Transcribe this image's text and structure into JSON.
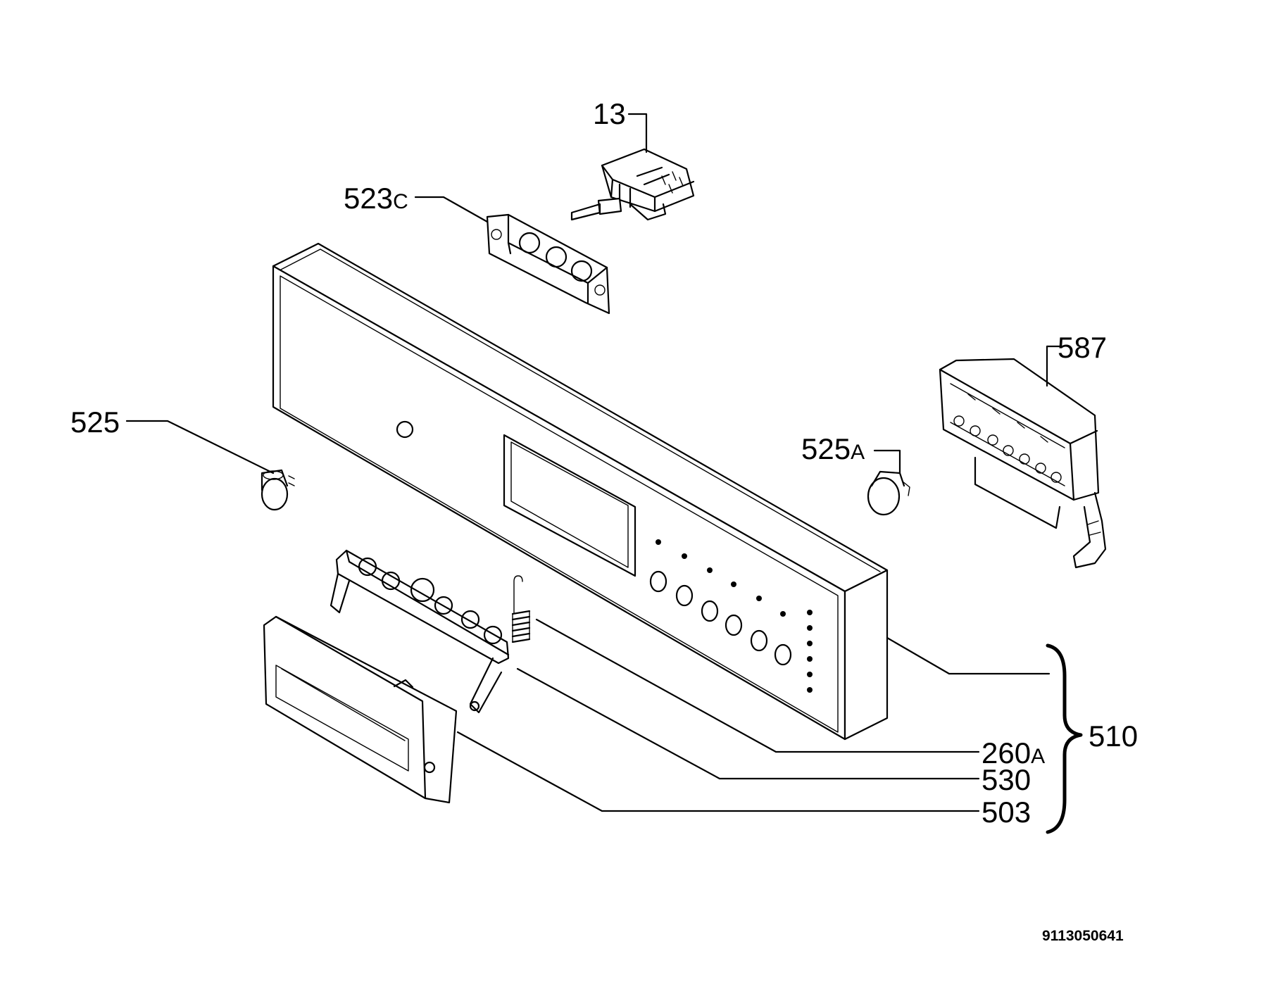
{
  "labels": {
    "p13": {
      "num": "13",
      "suffix": ""
    },
    "p523c": {
      "num": "523",
      "suffix": "C"
    },
    "p587": {
      "num": "587",
      "suffix": ""
    },
    "p525": {
      "num": "525",
      "suffix": ""
    },
    "p525a": {
      "num": "525",
      "suffix": "A"
    },
    "p510": {
      "num": "510",
      "suffix": ""
    },
    "p260a": {
      "num": "260",
      "suffix": "A"
    },
    "p530": {
      "num": "530",
      "suffix": ""
    },
    "p503": {
      "num": "503",
      "suffix": ""
    }
  },
  "drawing_code": "9113050641"
}
